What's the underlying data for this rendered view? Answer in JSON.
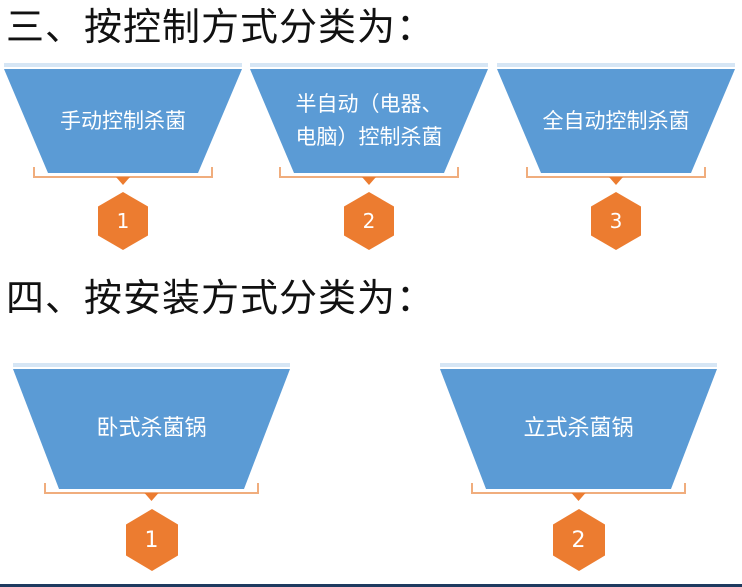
{
  "colors": {
    "panel_fill": "#5b9bd5",
    "panel_light": "#d6e6f5",
    "badge_fill": "#ec7c30",
    "bracket": "#f0ad7d",
    "text_on_fill": "#ffffff",
    "heading_text": "#111111"
  },
  "section_control": {
    "heading": "三、按控制方式分类为：",
    "items": [
      {
        "label_lines": [
          "手动控制杀菌"
        ],
        "number": "1"
      },
      {
        "label_lines": [
          "半自动（电器、",
          "电脑）控制杀菌"
        ],
        "number": "2"
      },
      {
        "label_lines": [
          "全自动控制杀菌"
        ],
        "number": "3"
      }
    ]
  },
  "section_install": {
    "heading": "四、按安装方式分类为：",
    "items": [
      {
        "label_lines": [
          "卧式杀菌锅"
        ],
        "number": "1"
      },
      {
        "label_lines": [
          "立式杀菌锅"
        ],
        "number": "2"
      }
    ]
  }
}
